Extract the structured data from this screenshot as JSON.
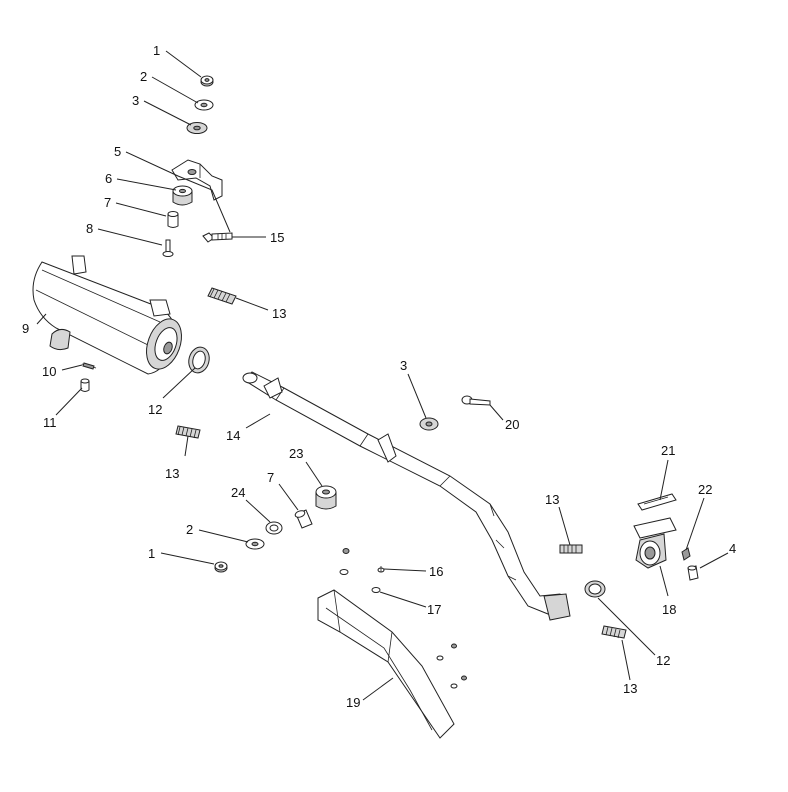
{
  "diagram": {
    "callouts": [
      {
        "id": "c1a",
        "text": "1"
      },
      {
        "id": "c2a",
        "text": "2"
      },
      {
        "id": "c3a",
        "text": "3"
      },
      {
        "id": "c5",
        "text": "5"
      },
      {
        "id": "c6",
        "text": "6"
      },
      {
        "id": "c7a",
        "text": "7"
      },
      {
        "id": "c8",
        "text": "8"
      },
      {
        "id": "c15",
        "text": "15"
      },
      {
        "id": "c13a",
        "text": "13"
      },
      {
        "id": "c9",
        "text": "9"
      },
      {
        "id": "c10",
        "text": "10"
      },
      {
        "id": "c11",
        "text": "11"
      },
      {
        "id": "c12a",
        "text": "12"
      },
      {
        "id": "c13b",
        "text": "13"
      },
      {
        "id": "c14",
        "text": "14"
      },
      {
        "id": "c3b",
        "text": "3"
      },
      {
        "id": "c20",
        "text": "20"
      },
      {
        "id": "c23",
        "text": "23"
      },
      {
        "id": "c7b",
        "text": "7"
      },
      {
        "id": "c24",
        "text": "24"
      },
      {
        "id": "c2b",
        "text": "2"
      },
      {
        "id": "c1b",
        "text": "1"
      },
      {
        "id": "c16",
        "text": "16"
      },
      {
        "id": "c17",
        "text": "17"
      },
      {
        "id": "c19",
        "text": "19"
      },
      {
        "id": "c13c",
        "text": "13"
      },
      {
        "id": "c21",
        "text": "21"
      },
      {
        "id": "c22",
        "text": "22"
      },
      {
        "id": "c4",
        "text": "4"
      },
      {
        "id": "c18",
        "text": "18"
      },
      {
        "id": "c12b",
        "text": "12"
      },
      {
        "id": "c13d",
        "text": "13"
      }
    ]
  }
}
